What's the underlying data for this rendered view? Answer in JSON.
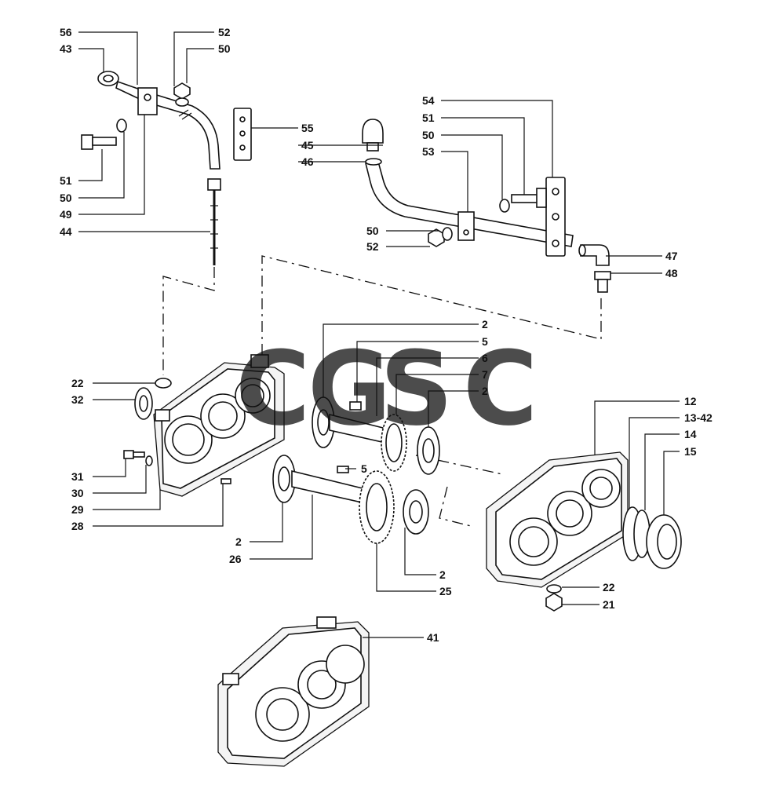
{
  "watermark": {
    "letters": [
      {
        "char": "C",
        "color": "#3b82f6"
      },
      {
        "char": "G",
        "color": "#ef4444"
      },
      {
        "char": "S",
        "color": "#facc15"
      },
      {
        "char": "C",
        "color": "#10b981"
      }
    ]
  },
  "callouts": {
    "c56": "56",
    "c43": "43",
    "c52a": "52",
    "c50a": "50",
    "c51a": "51",
    "c50b": "50",
    "c49": "49",
    "c44": "44",
    "c55": "55",
    "c45": "45",
    "c46": "46",
    "c54": "54",
    "c51b": "51",
    "c50c": "50",
    "c53": "53",
    "c50d": "50",
    "c52b": "52",
    "c47": "47",
    "c48": "48",
    "c2a": "2",
    "c5a": "5",
    "c6": "6",
    "c7": "7",
    "c2b": "2",
    "c22a": "22",
    "c32": "32",
    "c31": "31",
    "c30": "30",
    "c29": "29",
    "c28": "28",
    "c5b": "5",
    "c2c": "2",
    "c26": "26",
    "c2d": "2",
    "c25": "25",
    "c12": "12",
    "c1342": "13-42",
    "c14": "14",
    "c15": "15",
    "c22b": "22",
    "c21": "21",
    "c41": "41"
  }
}
